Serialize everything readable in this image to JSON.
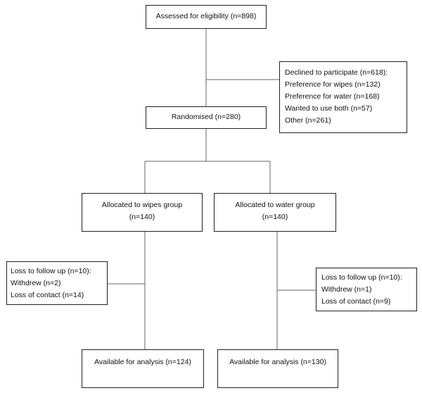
{
  "eligibility": {
    "label": "Assessed for eligibility (n=898)"
  },
  "declined": {
    "title": "Declined to participate (n=618):",
    "items": [
      "Preference for wipes (n=132)",
      "Preference for water (n=168)",
      "Wanted to use both (n=57)",
      "Other (n=261)"
    ]
  },
  "randomised": {
    "label": "Randomised (n=280)"
  },
  "wipes_group": {
    "line1": "Allocated to wipes group",
    "line2": "(n=140)"
  },
  "water_group": {
    "line1": "Allocated to water group",
    "line2": "(n=140)"
  },
  "loss_wipes": {
    "title": "Loss to follow up (n=10):",
    "items": [
      "Withdrew (n=2)",
      "Loss of contact (n=14)"
    ]
  },
  "loss_water": {
    "title": "Loss to follow up (n=10):",
    "items": [
      "Withdrew (n=1)",
      "Loss of contact (n=9)"
    ]
  },
  "available_wipes": {
    "label": "Available for analysis (n=124)"
  },
  "available_water": {
    "label": "Available for analysis (n=130)"
  }
}
